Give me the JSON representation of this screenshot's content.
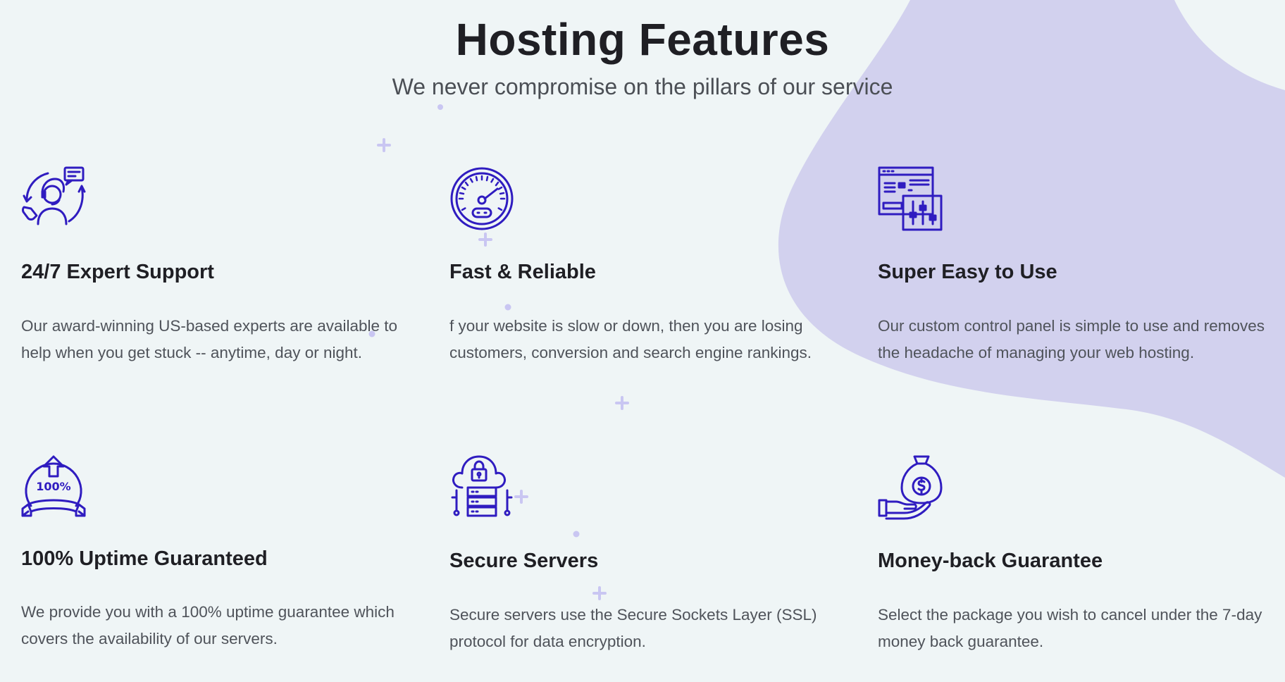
{
  "header": {
    "title": "Hosting Features",
    "subtitle": "We never compromise on the pillars of our service"
  },
  "colors": {
    "accent": "#2f1cc0",
    "blob": "#d2d1ee",
    "background": "#eff5f6",
    "heading": "#1f1f24",
    "body": "#4f535a",
    "decoration": "#c9c6f2"
  },
  "features": [
    {
      "icon": "customer-support-icon",
      "title": "24/7 Expert Support",
      "description": "Our award-winning US-based experts are available to help when you get stuck -- anytime, day or night."
    },
    {
      "icon": "speedometer-icon",
      "title": "Fast & Reliable",
      "description": "f your website is slow or down, then you are losing customers, conversion and search engine rankings."
    },
    {
      "icon": "control-panel-icon",
      "title": "Super Easy to Use",
      "description": "Our custom control panel is simple to use and removes the headache of managing your web hosting."
    },
    {
      "icon": "uptime-badge-icon",
      "title": "100% Uptime Guaranteed",
      "description": "We provide you with a 100% uptime guarantee which covers the availability of our servers."
    },
    {
      "icon": "secure-server-icon",
      "title": "Secure Servers",
      "description": "Secure servers use the Secure Sockets Layer (SSL) protocol for data encryption."
    },
    {
      "icon": "money-bag-hand-icon",
      "title": "Money-back Guarantee",
      "description": "Select the package you wish to cancel under the 7-day money back guarantee."
    }
  ]
}
